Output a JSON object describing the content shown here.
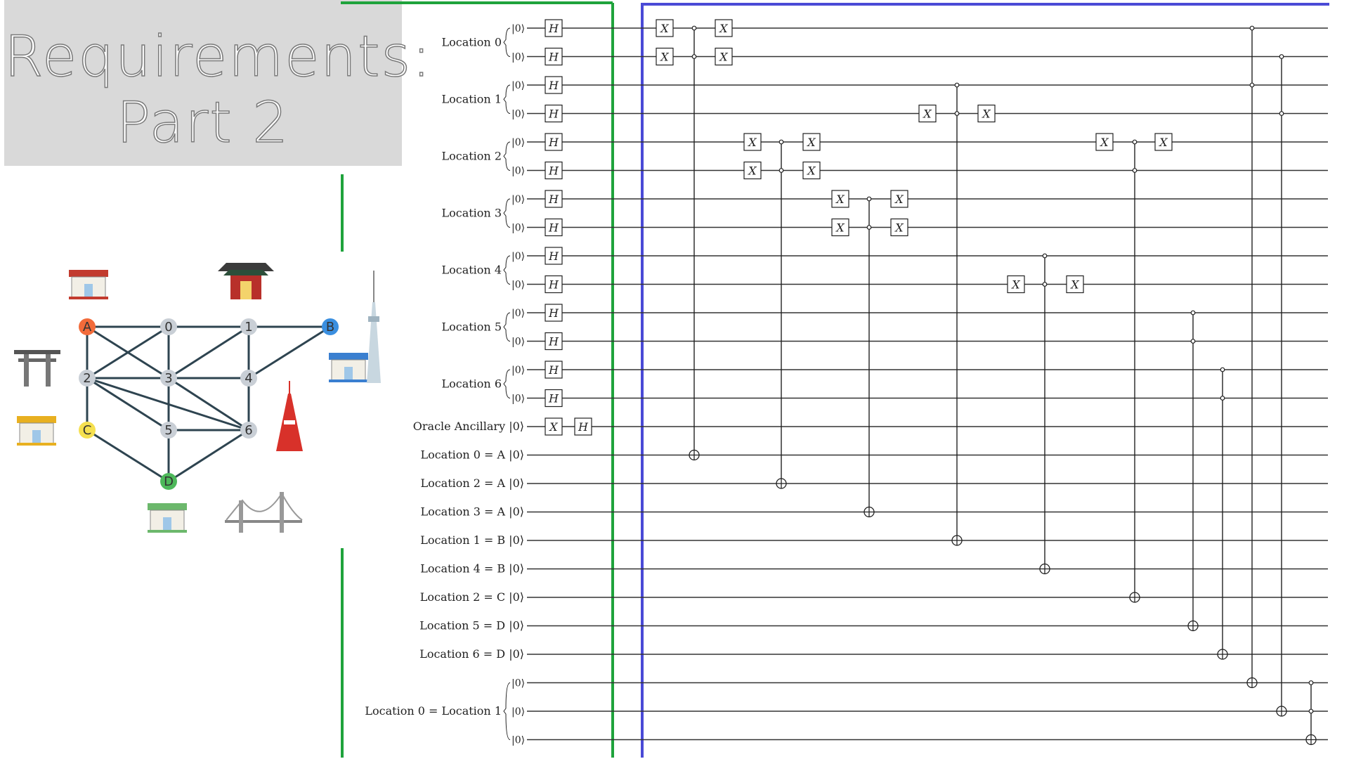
{
  "title": {
    "line1": "Requirements:",
    "line2": "Part 2"
  },
  "graph": {
    "nodes": [
      {
        "id": "A",
        "label": "A",
        "color": "#f26b3a"
      },
      {
        "id": "0",
        "label": "0",
        "color": "#c9cfd6"
      },
      {
        "id": "1",
        "label": "1",
        "color": "#c9cfd6"
      },
      {
        "id": "B",
        "label": "B",
        "color": "#3a8fe0"
      },
      {
        "id": "2",
        "label": "2",
        "color": "#c9cfd6"
      },
      {
        "id": "3",
        "label": "3",
        "color": "#c9cfd6"
      },
      {
        "id": "4",
        "label": "4",
        "color": "#c9cfd6"
      },
      {
        "id": "C",
        "label": "C",
        "color": "#f5e050"
      },
      {
        "id": "5",
        "label": "5",
        "color": "#c9cfd6"
      },
      {
        "id": "6",
        "label": "6",
        "color": "#c9cfd6"
      },
      {
        "id": "D",
        "label": "D",
        "color": "#4db85a"
      }
    ],
    "edges": [
      [
        "A",
        "0"
      ],
      [
        "0",
        "1"
      ],
      [
        "1",
        "B"
      ],
      [
        "A",
        "2"
      ],
      [
        "A",
        "3"
      ],
      [
        "0",
        "2"
      ],
      [
        "0",
        "3"
      ],
      [
        "1",
        "3"
      ],
      [
        "1",
        "4"
      ],
      [
        "B",
        "4"
      ],
      [
        "2",
        "3"
      ],
      [
        "2",
        "5"
      ],
      [
        "2",
        "6"
      ],
      [
        "2",
        "C"
      ],
      [
        "3",
        "4"
      ],
      [
        "3",
        "5"
      ],
      [
        "3",
        "6"
      ],
      [
        "4",
        "6"
      ],
      [
        "5",
        "6"
      ],
      [
        "5",
        "D"
      ],
      [
        "C",
        "D"
      ],
      [
        "6",
        "D"
      ]
    ],
    "landmarks": [
      "store-icon",
      "temple-gate-icon",
      "skytree-icon",
      "store-icon",
      "torii-icon",
      "tokyo-tower-icon",
      "store-icon",
      "store-icon",
      "bridge-icon"
    ]
  },
  "circuit": {
    "register_labels": [
      "Location 0",
      "Location 1",
      "Location 2",
      "Location 3",
      "Location 4",
      "Location 5",
      "Location 6"
    ],
    "ket": "|0⟩",
    "ancilla_label": "Oracle Ancillary |0⟩",
    "check_labels": [
      "Location 0 = A |0⟩",
      "Location 2 = A |0⟩",
      "Location 3 = A |0⟩",
      "Location 1 = B |0⟩",
      "Location 4 = B |0⟩",
      "Location 2 = C |0⟩",
      "Location 5 = D |0⟩",
      "Location 6 = D |0⟩"
    ],
    "compare_label": "Location 0 = Location 1",
    "h_gate": "H",
    "x_gate": "X",
    "colors": {
      "init_frame": "#1fa33c",
      "oracle_frame": "#4a4ad6"
    }
  }
}
